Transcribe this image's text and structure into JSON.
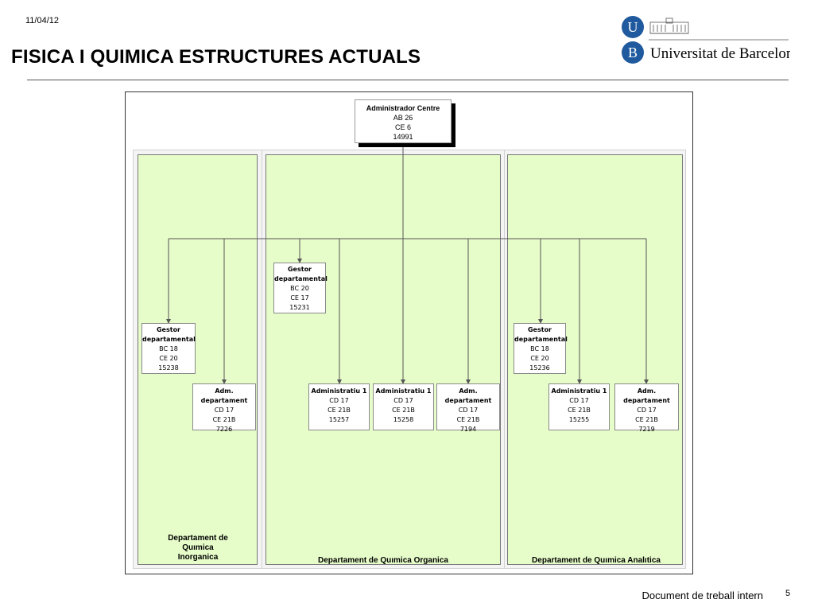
{
  "header": {
    "date": "11/04/12",
    "title": "FISICA I QUIMICA ESTRUCTURES ACTUALS",
    "logo_letter_top": "U",
    "logo_letter_bottom": "B",
    "logo_text": "Universitat de Barcelona"
  },
  "root": {
    "title": "Administrador Centre",
    "lines": [
      "AB 26",
      "CE 6",
      "14991"
    ]
  },
  "departments": [
    {
      "label_lines": [
        "Departament de",
        "Quımica",
        "Inorganica"
      ],
      "positions": [
        {
          "title_lines": [
            "Gestor",
            "departamental"
          ],
          "lines": [
            "BC 18",
            "CE 20",
            "15238"
          ]
        },
        {
          "title_lines": [
            "Adm. departament"
          ],
          "lines": [
            "CD 17",
            "CE 21B",
            "7226"
          ]
        }
      ]
    },
    {
      "label_lines": [
        "Departament de Quımica Organica"
      ],
      "positions": [
        {
          "title_lines": [
            "Gestor",
            "departamental"
          ],
          "lines": [
            "BC 20",
            "CE 17",
            "15231"
          ]
        },
        {
          "title_lines": [
            "Administratiu 1"
          ],
          "lines": [
            "CD 17",
            "CE 21B",
            "15257"
          ]
        },
        {
          "title_lines": [
            "Administratiu 1"
          ],
          "lines": [
            "CD 17",
            "CE 21B",
            "15258"
          ]
        },
        {
          "title_lines": [
            "Adm. departament"
          ],
          "lines": [
            "CD 17",
            "CE 21B",
            "7194"
          ]
        }
      ]
    },
    {
      "label_lines": [
        "Departament de Quımica Analıtica"
      ],
      "positions": [
        {
          "title_lines": [
            "Gestor",
            "departamental"
          ],
          "lines": [
            "BC 18",
            "CE 20",
            "15236"
          ]
        },
        {
          "title_lines": [
            "Administratiu 1"
          ],
          "lines": [
            "CD 17",
            "CE 21B",
            "15255"
          ]
        },
        {
          "title_lines": [
            "Adm. departament"
          ],
          "lines": [
            "CD 17",
            "CE 21B",
            "7219"
          ]
        }
      ]
    }
  ],
  "footer": {
    "text": "Document de treball intern",
    "page_number": "5"
  },
  "colors": {
    "department_fill": "#e6fcc9",
    "border": "#333333"
  }
}
